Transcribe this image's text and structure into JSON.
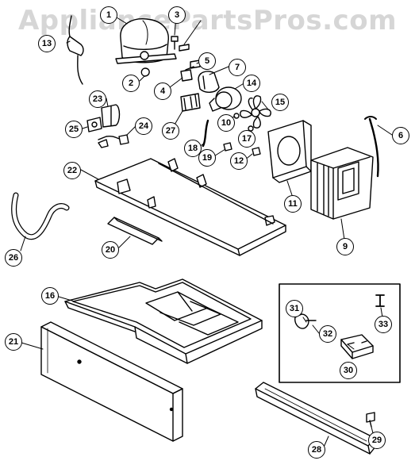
{
  "watermark": "AppliancePartsPros.com",
  "callouts": [
    {
      "id": "1",
      "label": "1"
    },
    {
      "id": "2",
      "label": "2"
    },
    {
      "id": "3",
      "label": "3"
    },
    {
      "id": "4",
      "label": "4"
    },
    {
      "id": "5",
      "label": "5"
    },
    {
      "id": "6",
      "label": "6"
    },
    {
      "id": "7",
      "label": "7"
    },
    {
      "id": "9",
      "label": "9"
    },
    {
      "id": "10",
      "label": "10"
    },
    {
      "id": "11",
      "label": "11"
    },
    {
      "id": "12",
      "label": "12"
    },
    {
      "id": "13",
      "label": "13"
    },
    {
      "id": "14",
      "label": "14"
    },
    {
      "id": "15",
      "label": "15"
    },
    {
      "id": "16",
      "label": "16"
    },
    {
      "id": "17",
      "label": "17"
    },
    {
      "id": "18",
      "label": "18"
    },
    {
      "id": "19",
      "label": "19"
    },
    {
      "id": "20",
      "label": "20"
    },
    {
      "id": "21",
      "label": "21"
    },
    {
      "id": "22",
      "label": "22"
    },
    {
      "id": "23",
      "label": "23"
    },
    {
      "id": "24",
      "label": "24"
    },
    {
      "id": "25",
      "label": "25"
    },
    {
      "id": "26",
      "label": "26"
    },
    {
      "id": "27",
      "label": "27"
    },
    {
      "id": "28",
      "label": "28"
    },
    {
      "id": "29",
      "label": "29"
    },
    {
      "id": "30",
      "label": "30"
    },
    {
      "id": "31",
      "label": "31"
    },
    {
      "id": "32",
      "label": "32"
    },
    {
      "id": "33",
      "label": "33"
    }
  ]
}
